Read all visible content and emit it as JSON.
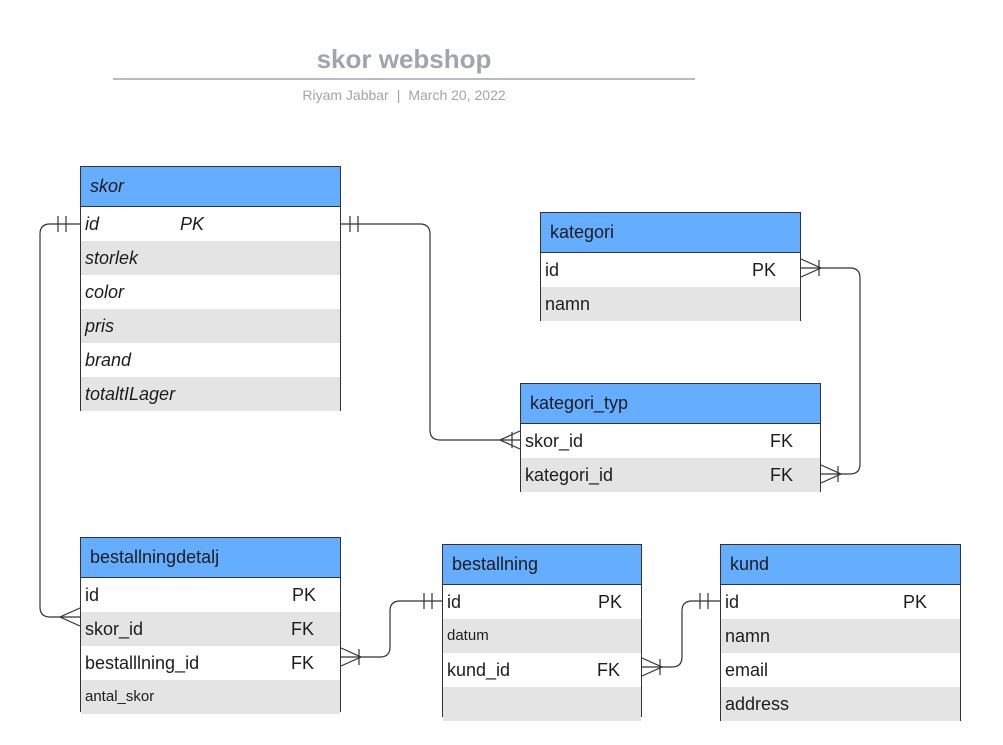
{
  "header": {
    "title": "skor webshop",
    "author": "Riyam Jabbar",
    "separator": "|",
    "date": "March 20, 2022"
  },
  "colors": {
    "entity_header": "#64adff",
    "row_alt": "#e4e4e4",
    "title": "#a0a4ad",
    "line": "#333333"
  },
  "entities": {
    "skor": {
      "name": "skor",
      "rows": [
        {
          "field": "id",
          "key": "PK"
        },
        {
          "field": "storlek",
          "key": ""
        },
        {
          "field": "color",
          "key": ""
        },
        {
          "field": "pris",
          "key": ""
        },
        {
          "field": "brand",
          "key": ""
        },
        {
          "field": "totaltILager",
          "key": ""
        }
      ]
    },
    "kategori": {
      "name": "kategori",
      "rows": [
        {
          "field": "id",
          "key": "PK"
        },
        {
          "field": "namn",
          "key": ""
        }
      ]
    },
    "kategori_typ": {
      "name": "kategori_typ",
      "rows": [
        {
          "field": "skor_id",
          "key": "FK"
        },
        {
          "field": "kategori_id",
          "key": "FK"
        }
      ]
    },
    "bestallningdetalj": {
      "name": "bestallningdetalj",
      "rows": [
        {
          "field": "id",
          "key": "PK"
        },
        {
          "field": "skor_id",
          "key": "FK"
        },
        {
          "field": "bestalllning_id",
          "key": "FK"
        },
        {
          "field": "antal_skor",
          "key": ""
        }
      ]
    },
    "bestallning": {
      "name": "bestallning",
      "rows": [
        {
          "field": "id",
          "key": "PK"
        },
        {
          "field": "datum",
          "key": ""
        },
        {
          "field": "kund_id",
          "key": "FK"
        },
        {
          "field": "",
          "key": ""
        }
      ]
    },
    "kund": {
      "name": "kund",
      "rows": [
        {
          "field": "id",
          "key": "PK"
        },
        {
          "field": "namn",
          "key": ""
        },
        {
          "field": "email",
          "key": ""
        },
        {
          "field": "address",
          "key": ""
        }
      ]
    }
  },
  "relationships": [
    {
      "from": "skor.id",
      "to": "kategori_typ.skor_id",
      "from_end": "one-mandatory",
      "to_end": "one-or-many"
    },
    {
      "from": "kategori.id",
      "to": "kategori_typ.kategori_id",
      "from_end": "one-or-many",
      "to_end": "one-or-many"
    },
    {
      "from": "skor.id",
      "to": "bestallningdetalj.skor_id",
      "from_end": "one-mandatory",
      "to_end": "many"
    },
    {
      "from": "bestallning.id",
      "to": "bestallningdetalj.bestalllning_id",
      "from_end": "one-mandatory",
      "to_end": "one-or-many"
    },
    {
      "from": "kund.id",
      "to": "bestallning.kund_id",
      "from_end": "one-mandatory",
      "to_end": "one-or-many"
    }
  ]
}
